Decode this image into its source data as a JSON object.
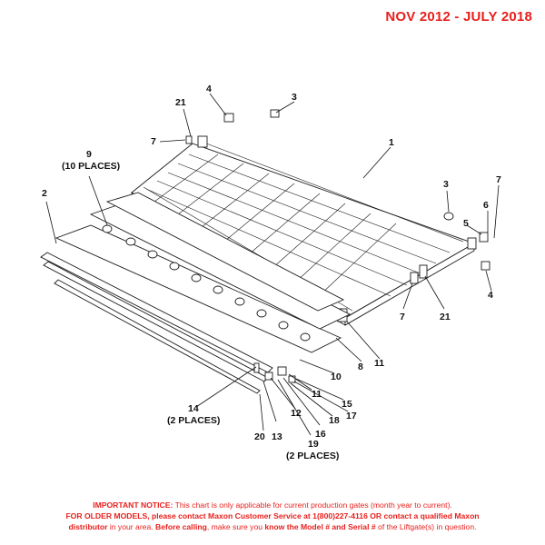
{
  "header": {
    "date_range": "NOV 2012 - JULY 2018",
    "color": "#e8201d"
  },
  "callouts": {
    "c1": "1",
    "c2": "2",
    "c3a": "3",
    "c3b": "3",
    "c4a": "4",
    "c4b": "4",
    "c5": "5",
    "c6": "6",
    "c7a": "7",
    "c7b": "7",
    "c7c": "7",
    "c8": "8",
    "c9": "9",
    "c9_note": "(10 PLACES)",
    "c10": "10",
    "c11a": "11",
    "c11b": "11",
    "c12": "12",
    "c13": "13",
    "c14": "14",
    "c14_note": "(2 PLACES)",
    "c15": "15",
    "c16": "16",
    "c17": "17",
    "c18": "18",
    "c19": "19",
    "c19_note": "(2 PLACES)",
    "c20": "20",
    "c21a": "21",
    "c21b": "21"
  },
  "notice": {
    "l1_bold": "IMPORTANT NOTICE:",
    "l1_rest": " This chart is only applicable for current production gates (month year to current).",
    "l2_bold": "FOR OLDER MODELS, please contact Maxon Customer Service at 1(800)227-4116 OR contact a qualified Maxon",
    "l3_bold_a": "distributor",
    "l3_mid_a": " in your area. ",
    "l3_bold_b": "Before calling",
    "l3_mid_b": ", make sure you ",
    "l3_bold_c": "know the Model # and Serial #",
    "l3_rest": " of the Liftgate(s) in question."
  }
}
